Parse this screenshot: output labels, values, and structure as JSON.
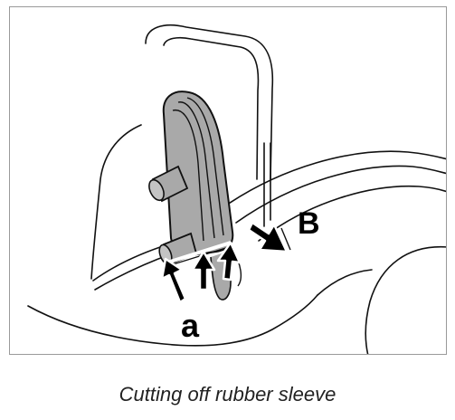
{
  "figure": {
    "callouts": {
      "b": "B",
      "a": "a"
    },
    "colors": {
      "sleeve_fill": "#a9a9a9",
      "line": "#111111",
      "arrow": "#000000"
    }
  },
  "caption": "Cutting off rubber sleeve"
}
